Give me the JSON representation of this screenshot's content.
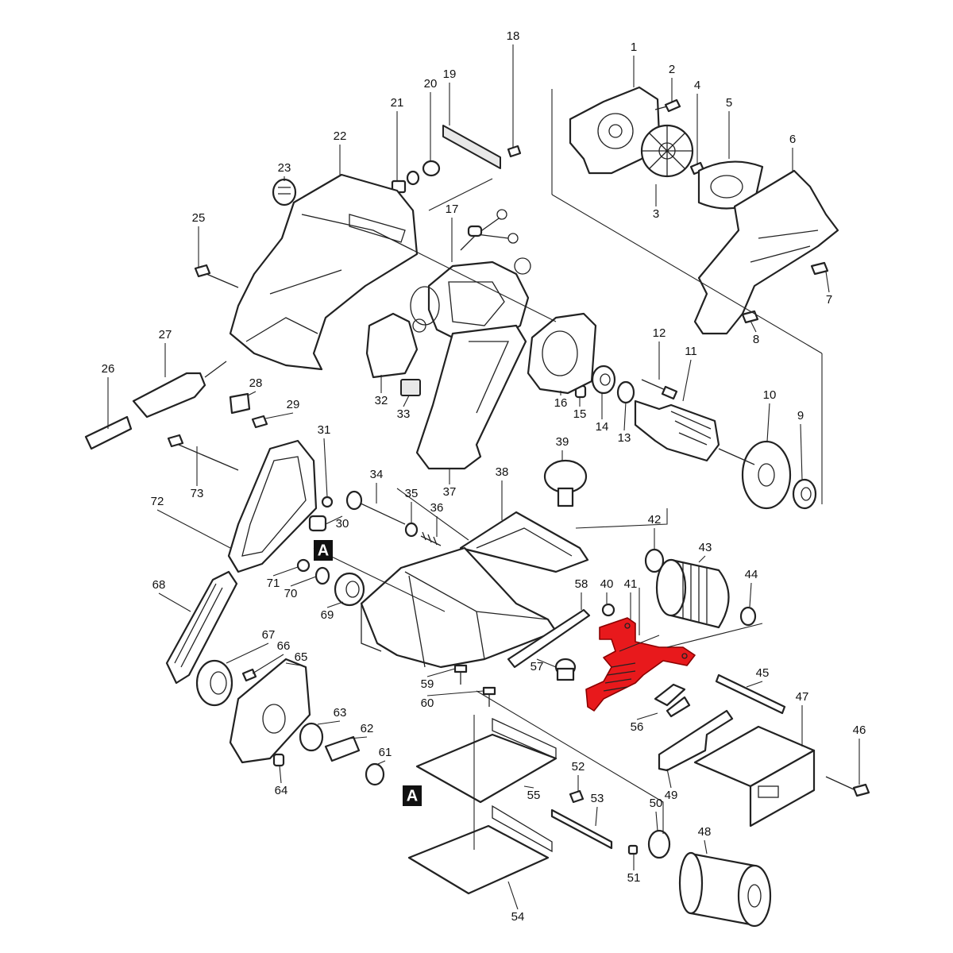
{
  "diagram": {
    "highlight_color": "#e8191c",
    "highlighted_part": "41",
    "section_tag": "A",
    "callouts": [
      "1",
      "2",
      "3",
      "4",
      "5",
      "6",
      "7",
      "8",
      "9",
      "10",
      "11",
      "12",
      "13",
      "14",
      "15",
      "16",
      "17",
      "18",
      "19",
      "20",
      "21",
      "22",
      "23",
      "25",
      "26",
      "27",
      "28",
      "29",
      "30",
      "31",
      "32",
      "33",
      "34",
      "35",
      "36",
      "37",
      "38",
      "39",
      "40",
      "41",
      "42",
      "43",
      "44",
      "45",
      "46",
      "47",
      "48",
      "49",
      "50",
      "51",
      "52",
      "53",
      "54",
      "55",
      "56",
      "57",
      "58",
      "59",
      "60",
      "61",
      "62",
      "63",
      "64",
      "65",
      "66",
      "67",
      "68",
      "69",
      "70",
      "71",
      "72",
      "73"
    ]
  }
}
